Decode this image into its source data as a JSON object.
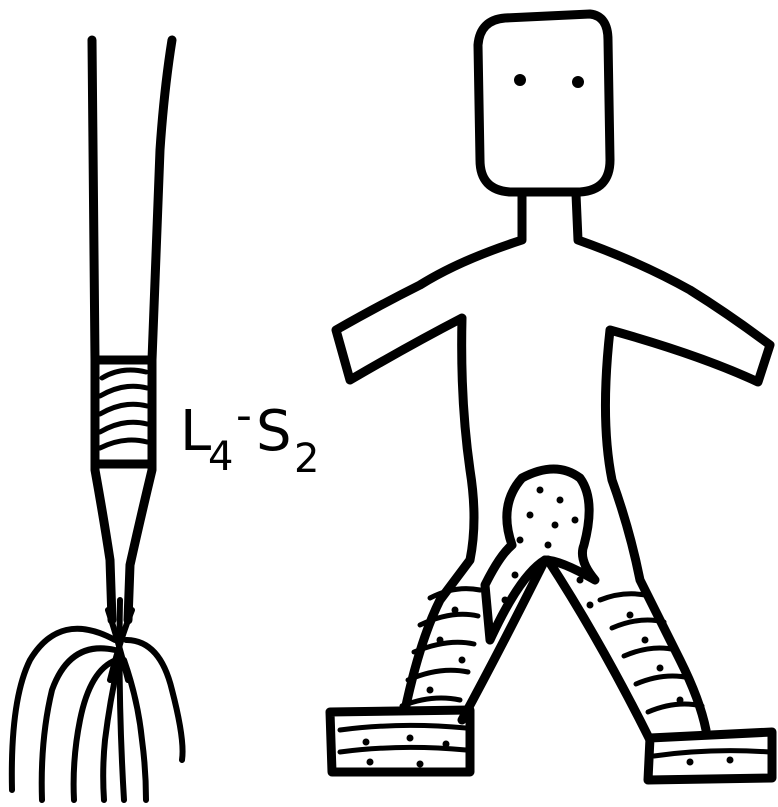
{
  "label": {
    "main_a": "L",
    "sub_a": "4",
    "dash": "-",
    "main_b": "S",
    "sub_b": "2"
  }
}
